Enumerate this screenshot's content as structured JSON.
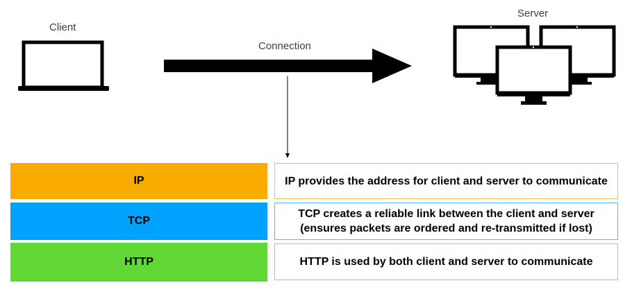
{
  "labels": {
    "client": "Client",
    "connection": "Connection",
    "server": "Server"
  },
  "icons": {
    "client": "laptop-icon",
    "server": "monitor-cluster-icon",
    "connection": "arrow-right-icon"
  },
  "layers": [
    {
      "name": "IP",
      "color": "#f9ab00",
      "border_color": "#e8c547",
      "description": [
        "IP provides the address for client and server to communicate"
      ]
    },
    {
      "name": "TCP",
      "color": "#00a2ff",
      "border_color": "#4db8ff",
      "description": [
        "TCP creates a reliable link between the client and server",
        "(ensures packets are ordered and re-transmitted if lost)"
      ]
    },
    {
      "name": "HTTP",
      "color": "#61d836",
      "border_color": "#8fdf6e",
      "description": [
        "HTTP is used by both client and server to communicate"
      ]
    }
  ]
}
